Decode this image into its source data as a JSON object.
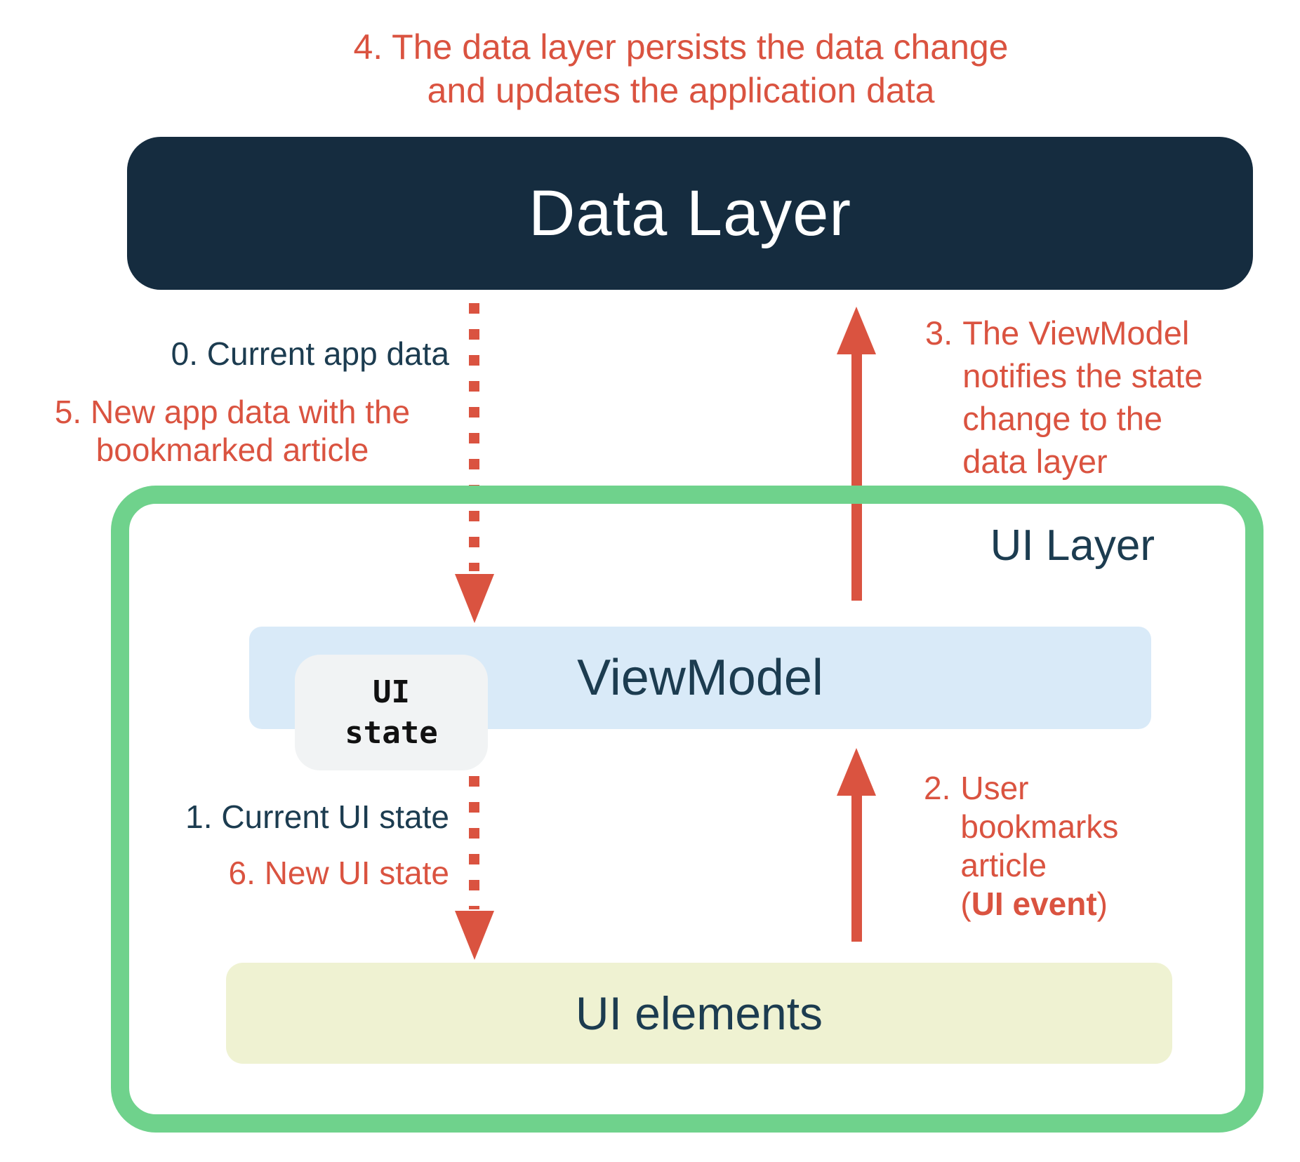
{
  "colors": {
    "navy_box": "#152C3F",
    "navy_text": "#1C3C50",
    "red": "#DA5340",
    "green_border": "#6FD28C",
    "viewmodel_blue": "#D9EAF8",
    "chip_gray": "#F1F3F4",
    "ui_elements_yellow": "#EFF2D2"
  },
  "data_layer": {
    "label": "Data Layer"
  },
  "ui_layer": {
    "label": "UI Layer"
  },
  "viewmodel": {
    "label": "ViewModel"
  },
  "ui_state_chip": {
    "line1": "UI",
    "line2": "state"
  },
  "ui_elements": {
    "label": "UI elements"
  },
  "steps": {
    "step4": {
      "line1": "4. The data layer persists the data change",
      "line2": "and updates the application data"
    },
    "step0": {
      "text": "0. Current app data"
    },
    "step5": {
      "line1": "5. New app data with the",
      "line2": "bookmarked article"
    },
    "step3": {
      "num": "3.",
      "line1": "The ViewModel",
      "line2": "notifies the state",
      "line3": "change to the",
      "line4": "data layer"
    },
    "step1": {
      "text": "1. Current UI state"
    },
    "step6": {
      "text": "6. New UI state"
    },
    "step2": {
      "num": "2.",
      "line1": "User",
      "line2": "bookmarks",
      "line3": "article",
      "line4_open": "(",
      "line4_bold": "UI event",
      "line4_close": ")"
    }
  }
}
